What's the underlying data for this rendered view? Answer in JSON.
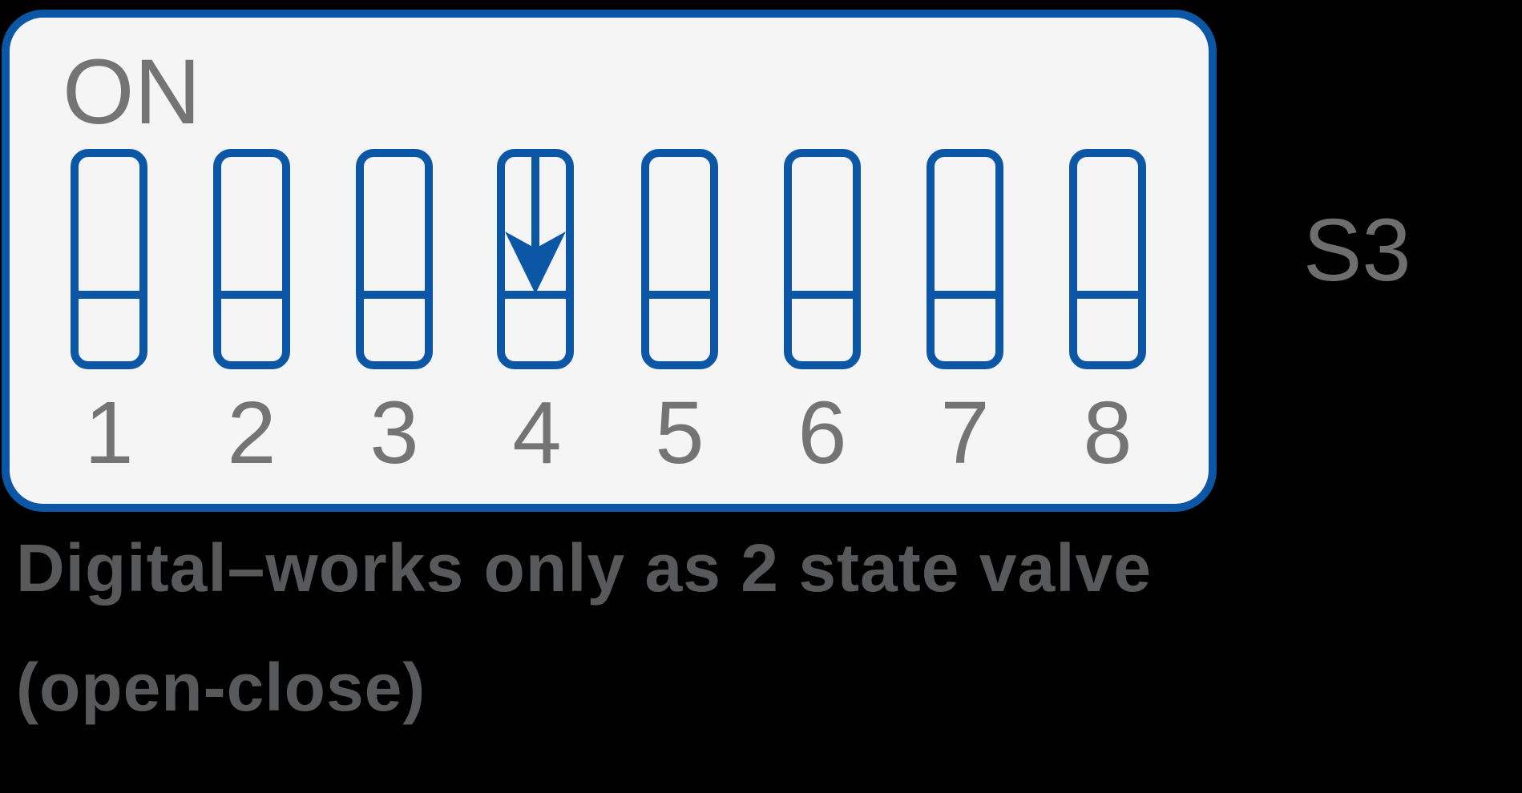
{
  "colors": {
    "background": "#000000",
    "panel_fill": "#f5f5f6",
    "accent_blue": "#0b57a6",
    "label_gray": "#747474",
    "side_label_gray": "#6e6e6e",
    "caption_gray": "#58595b"
  },
  "dip_switch": {
    "on_label": "ON",
    "side_label": "S3",
    "marker_switch": "4",
    "switches": [
      {
        "label": "1",
        "position": "down",
        "marker": "none"
      },
      {
        "label": "2",
        "position": "down",
        "marker": "none"
      },
      {
        "label": "3",
        "position": "down",
        "marker": "none"
      },
      {
        "label": "4",
        "position": "down",
        "marker": "down-arrow"
      },
      {
        "label": "5",
        "position": "down",
        "marker": "none"
      },
      {
        "label": "6",
        "position": "down",
        "marker": "none"
      },
      {
        "label": "7",
        "position": "down",
        "marker": "none"
      },
      {
        "label": "8",
        "position": "down",
        "marker": "none"
      }
    ]
  },
  "caption": {
    "line1": "Digital–works only as 2 state valve",
    "line2": "(open-close)"
  }
}
